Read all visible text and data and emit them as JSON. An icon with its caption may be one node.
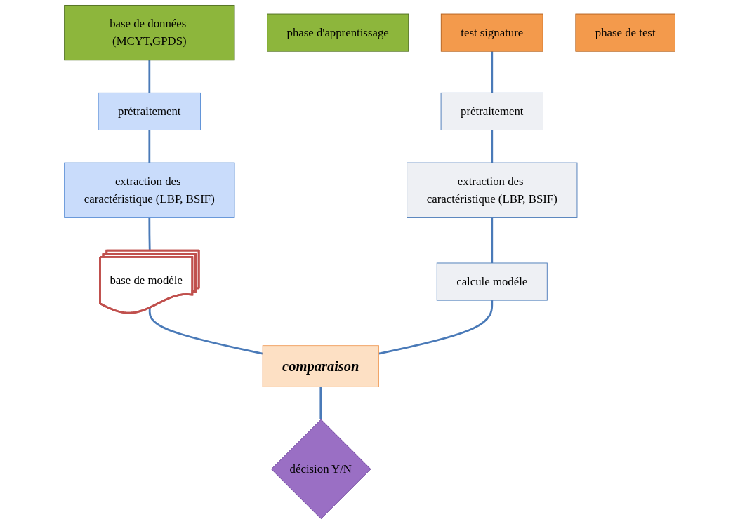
{
  "diagram": {
    "nodes": [
      {
        "text": [
          "base de données (MCYT,GPDS)"
        ]
      },
      {
        "text": [
          "prétraitement"
        ]
      },
      {
        "text": [
          "extraction des caractéristique (LBP, BSIF)"
        ]
      },
      {
        "text": [
          "phase d'apprentissage"
        ]
      },
      {
        "text": [
          "base de modéle"
        ]
      },
      {
        "text": [
          "test signature"
        ]
      },
      {
        "text": [
          "prétraitement"
        ]
      },
      {
        "text": [
          "extraction des caractéristique (LBP, BSIF)"
        ]
      },
      {
        "text": [
          "phase de test"
        ]
      },
      {
        "text": [
          "calcule modéle"
        ]
      },
      {
        "text": [
          "comparaison"
        ]
      },
      {
        "text": [
          "décision Y/N"
        ]
      }
    ],
    "edges": [
      {
        "from": 0,
        "to": 1,
        "arrow": "none"
      },
      {
        "from": 1,
        "to": 2,
        "arrow": "none"
      },
      {
        "from": 2,
        "to": 4,
        "arrow": "none"
      },
      {
        "from": 4,
        "to": 10,
        "arrow": "none"
      },
      {
        "from": 5,
        "to": 6,
        "arrow": "none"
      },
      {
        "from": 6,
        "to": 7,
        "arrow": "none"
      },
      {
        "from": 7,
        "to": 9,
        "arrow": "none"
      },
      {
        "from": 9,
        "to": 10,
        "arrow": "none"
      },
      {
        "from": 10,
        "to": 11,
        "arrow": "none"
      }
    ]
  }
}
